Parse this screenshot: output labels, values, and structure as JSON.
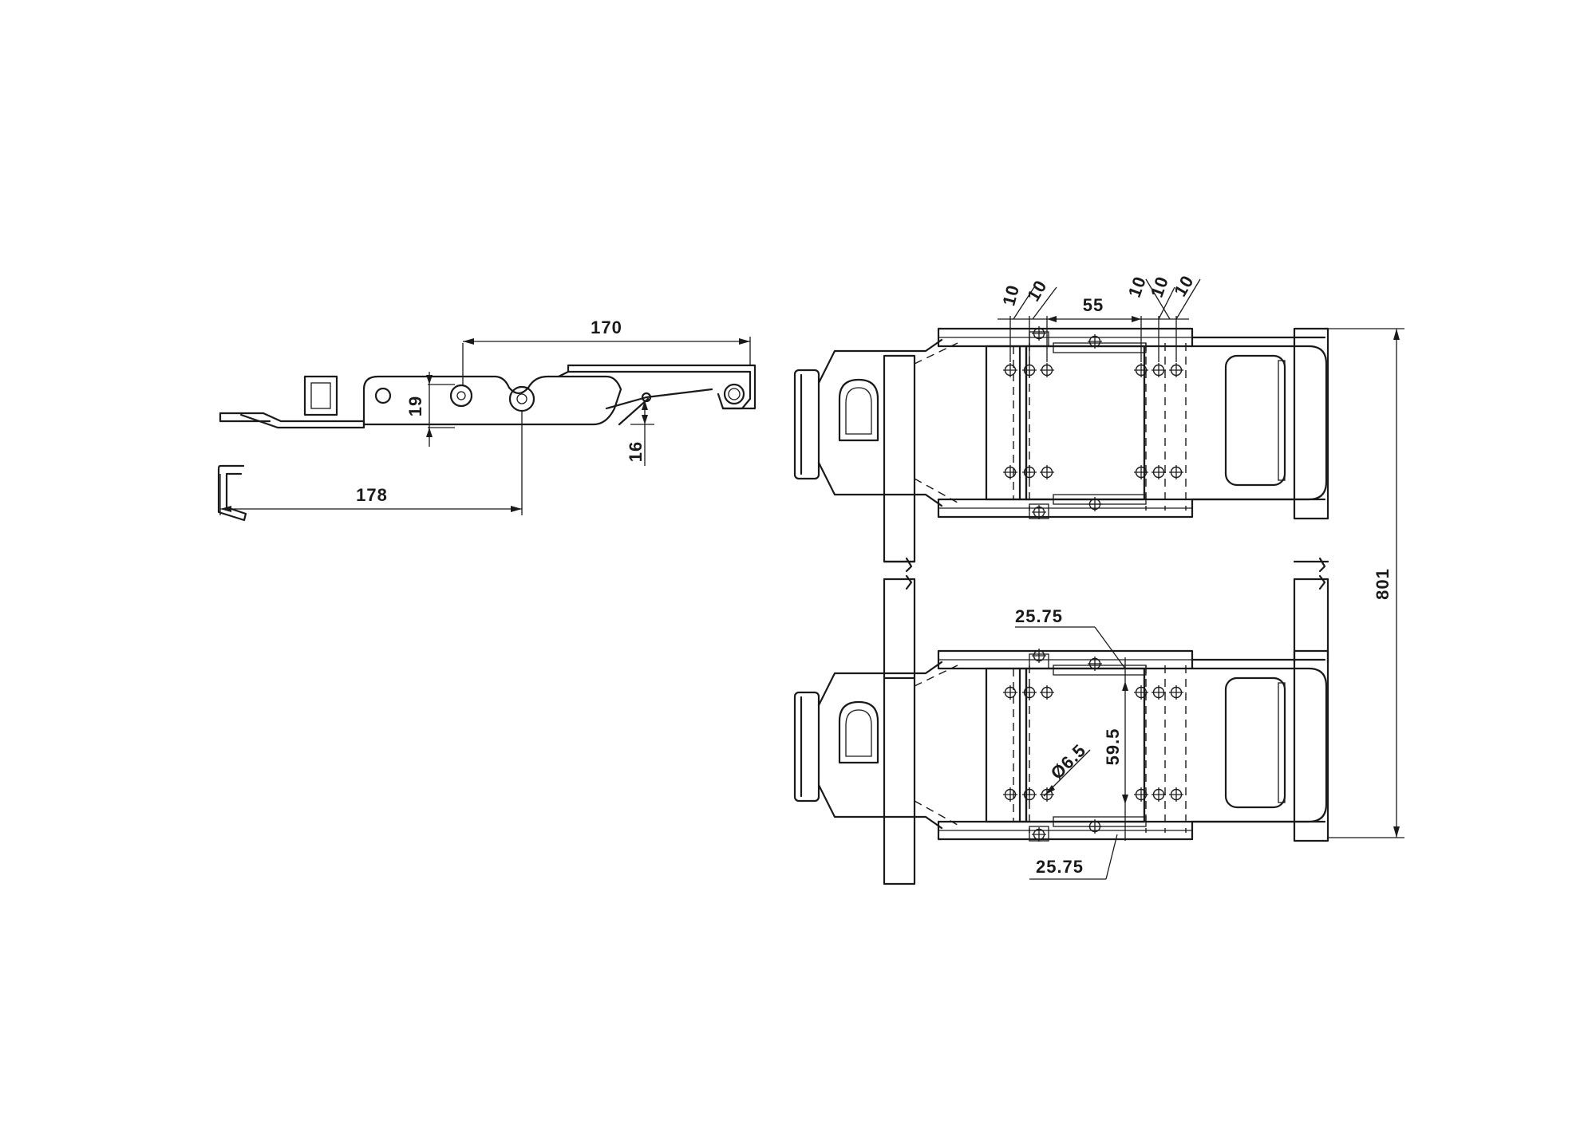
{
  "drawing": {
    "side_view": {
      "dim_top": "170",
      "dim_bottom": "178",
      "dim_vertical_small": "19",
      "dim_vertical_offset": "16"
    },
    "top_view": {
      "pitch_a": "10",
      "pitch_b": "10",
      "spacing": "55",
      "pitch_c": "10",
      "pitch_d": "10",
      "pitch_e": "10",
      "overall_length": "801",
      "width_upper": "25.75",
      "width_lower": "25.75",
      "inner_width": "59.5",
      "hole_diameter": "Ø6.5"
    }
  }
}
